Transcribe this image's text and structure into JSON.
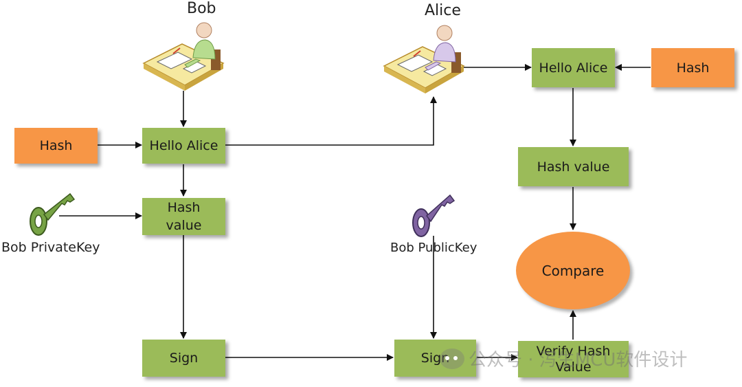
{
  "people": {
    "bob": "Bob",
    "alice": "Alice"
  },
  "boxes": {
    "hash_left": "Hash",
    "hello_alice_bob": "Hello Alice",
    "hash_value_bob": "Hash\nvalue",
    "sign_bob": "Sign",
    "hello_alice_alice": "Hello Alice",
    "hash_right": "Hash",
    "hash_value_alice": "Hash value",
    "compare": "Compare",
    "sign_alice": "Sign",
    "verify_hash_value": "Verify Hash\nValue"
  },
  "keys": {
    "private_label": "Bob PrivateKey",
    "public_label": "Bob PublicKey"
  },
  "watermark": {
    "text": "公众号 · 泻生MCU软件设计"
  },
  "colors": {
    "green": "#9bbb59",
    "orange": "#f79646",
    "private_key": "#77a345",
    "public_key": "#8064a2"
  },
  "icons": {
    "bob_person": "person-at-desk-icon",
    "alice_person": "person-at-desk-icon",
    "private_key": "key-icon",
    "public_key": "key-icon"
  }
}
